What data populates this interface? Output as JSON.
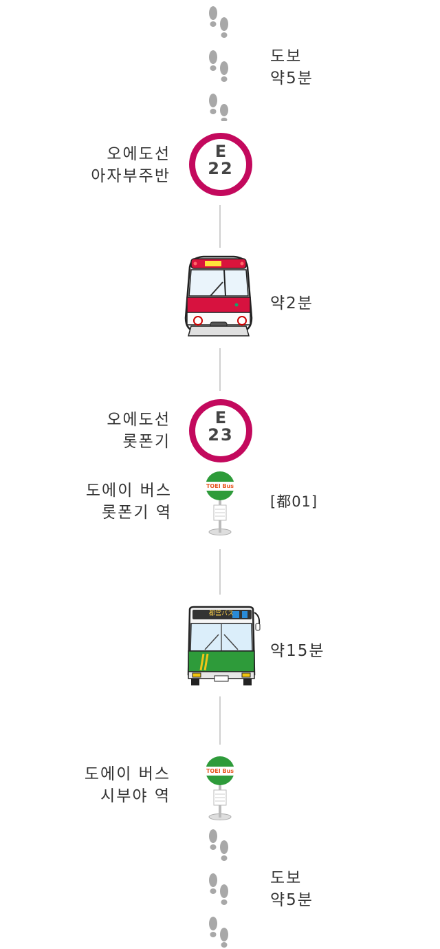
{
  "walk_top": {
    "label": "도보",
    "duration": "약5분"
  },
  "station_1": {
    "line": "오에도선",
    "name": "아자부주반",
    "badge_letter": "E",
    "badge_number": "22"
  },
  "train_leg": {
    "duration": "약2분",
    "icon": "subway-train-icon"
  },
  "station_2": {
    "line": "오에도선",
    "name": "롯폰기",
    "badge_letter": "E",
    "badge_number": "23"
  },
  "bus_stop_1": {
    "line1": "도에이 버스",
    "line2": "롯폰기 역",
    "route": "[都01]",
    "sign_text": "TOEI Bus"
  },
  "bus_leg": {
    "duration": "약15분",
    "icon": "city-bus-icon",
    "bus_display": "都営バス"
  },
  "bus_stop_2": {
    "line1": "도에이 버스",
    "line2": "시부야 역",
    "sign_text": "TOEI Bus"
  },
  "walk_bottom": {
    "label": "도보",
    "duration": "약5분"
  },
  "colors": {
    "badge": "#c3095d",
    "bus_green": "#2e9b3a",
    "bus_sign_orange": "#e8541e",
    "footprint": "#a8a8a8",
    "connector": "#cfcfcf"
  }
}
